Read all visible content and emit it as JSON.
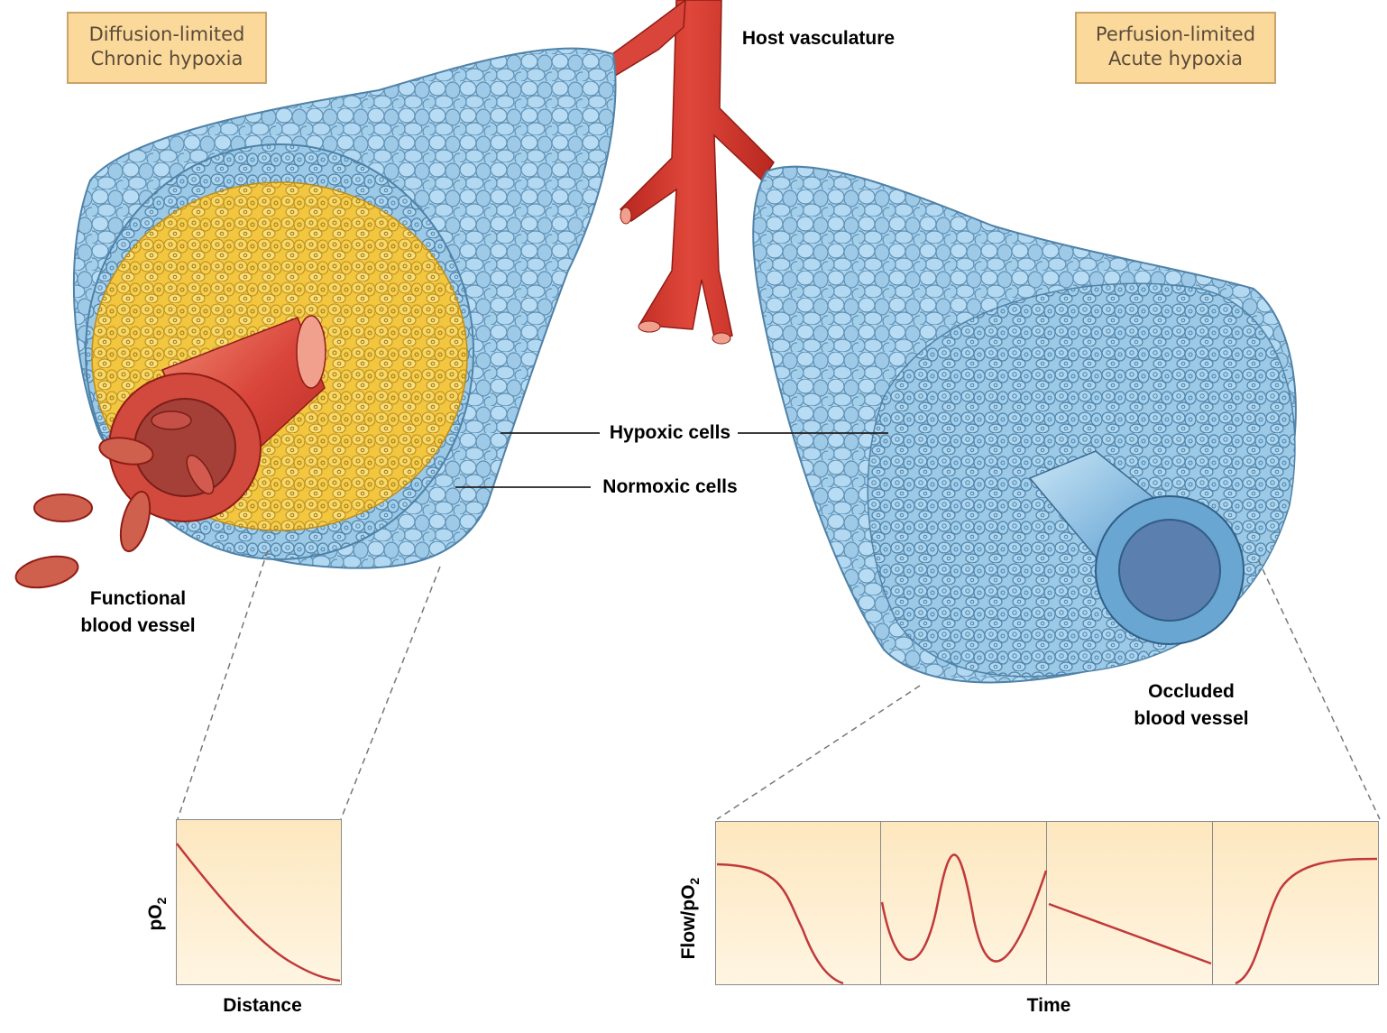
{
  "boxes": {
    "left_line1": "Diffusion-limited",
    "left_line2": "Chronic hypoxia",
    "right_line1": "Perfusion-limited",
    "right_line2": "Acute hypoxia"
  },
  "labels": {
    "host_vasculature": "Host vasculature",
    "hypoxic_cells": "Hypoxic cells",
    "normoxic_cells": "Normoxic cells",
    "functional_line1": "Functional",
    "functional_line2": "blood vessel",
    "occluded_line1": "Occluded",
    "occluded_line2": "blood vessel"
  },
  "graphs": {
    "left_ylabel_base": "pO",
    "left_ylabel_sub": "2",
    "left_xlabel": "Distance",
    "right_ylabel_base": "Flow/pO",
    "right_ylabel_sub": "2",
    "right_xlabel": "Time"
  },
  "colors": {
    "vessel_red": "#d9453a",
    "cell_blue": "#8fc3e6",
    "cell_yellow": "#f5c842",
    "curve": "#c0393b"
  }
}
